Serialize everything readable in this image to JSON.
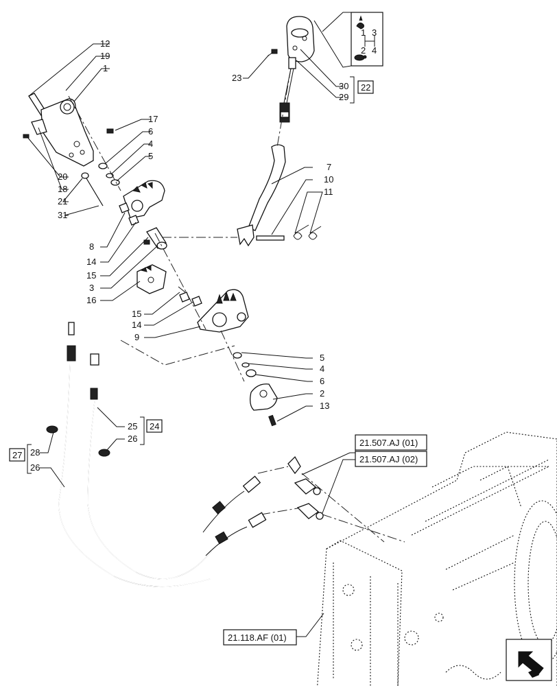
{
  "callouts": {
    "c12": "12",
    "c19": "19",
    "c1": "1",
    "c17": "17",
    "c6a": "6",
    "c4a": "4",
    "c5a": "5",
    "c20": "20",
    "c18": "18",
    "c21": "21",
    "c31": "31",
    "c23": "23",
    "c30": "30",
    "c29": "29",
    "c22": "22",
    "c7": "7",
    "c10": "10",
    "c11": "11",
    "c8": "8",
    "c14a": "14",
    "c15a": "15",
    "c3": "3",
    "c16": "16",
    "c15b": "15",
    "c14b": "14",
    "c9": "9",
    "c5b": "5",
    "c4b": "4",
    "c6b": "6",
    "c2": "2",
    "c13": "13",
    "c25": "25",
    "c26a": "26",
    "c24": "24",
    "c27": "27",
    "c28": "28",
    "c26b": "26"
  },
  "references": {
    "ref1": "21.507.AJ (01)",
    "ref2": "21.507.AJ (02)",
    "ref3": "21.118.AF (01)"
  },
  "shift_pattern": {
    "n1": "1",
    "n2": "2",
    "n3": "3",
    "n4": "4"
  },
  "icons": {
    "navigation": "arrow-icon",
    "rabbit": "rabbit-icon",
    "turtle": "turtle-icon"
  }
}
